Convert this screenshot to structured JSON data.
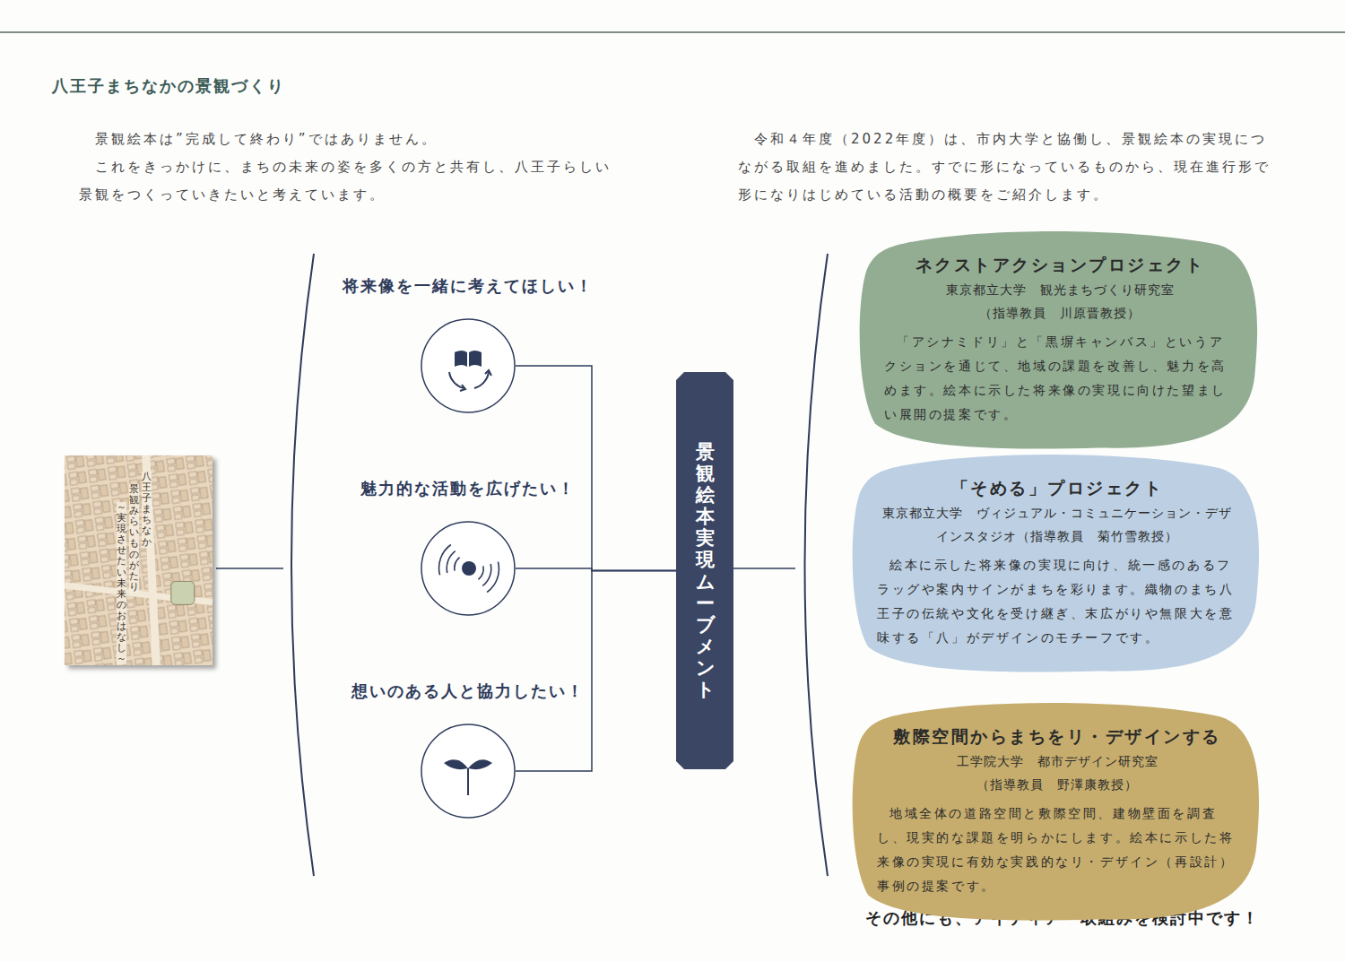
{
  "diagram": {
    "title": "八王子まちなかの景観づくり",
    "nodes": [
      {
        "text": [
          "八王子まちなか",
          "景観みらいものがたり",
          "～実現させたい未来のおはなし～"
        ]
      },
      {
        "text": [
          "将来像を一緒に考えてほしい！"
        ]
      },
      {
        "text": [
          "魅力的な活動を広げたい！"
        ]
      },
      {
        "text": [
          "想いのある人と協力したい！"
        ]
      },
      {
        "text": [
          "景観絵本実現ムーブメント"
        ]
      },
      {
        "text": [
          "ネクストアクションプロジェクト",
          "東京都立大学　観光まちづくり研究室",
          "（指導教員　川原晋教授）",
          "「アシナミドリ」と「黒塀キャンバス」というアクションを通じて、地域の課題を改善し、魅力を高めます。絵本に示した将来像の実現に向けた望ましい展開の提案です。"
        ]
      },
      {
        "text": [
          "「そめる」プロジェクト",
          "東京都立大学　ヴィジュアル・コミュニケーション・デザインスタジオ（指導教員　菊竹雪教授）",
          "絵本に示した将来像の実現に向け、統一感のあるフラッグや案内サインがまちを彩ります。織物のまち八王子の伝統や文化を受け継ぎ、末広がりや無限大を意味する「八」がデザインのモチーフです。"
        ]
      },
      {
        "text": [
          "敷際空間からまちをリ・デザインする",
          "工学院大学　都市デザイン研究室",
          "（指導教員　野澤康教授）",
          "地域全体の道路空間と敷際空間、建物壁面を調査し、現実的な課題を明らかにします。絵本に示した将来像の実現に有効な実践的なリ・デザイン（再設計）事例の提案です。"
        ]
      }
    ],
    "edges": [
      {
        "from": 1,
        "to": 4,
        "arrow": "none"
      },
      {
        "from": 2,
        "to": 4,
        "arrow": "none"
      },
      {
        "from": 3,
        "to": 4,
        "arrow": "none"
      }
    ],
    "labels": [
      "景観絵本は”完成して終わり”ではありません。",
      "これをきっかけに、まちの未来の姿を多くの方と共有し、八王子らしい景観をつくっていきたいと考えています。",
      "令和４年度（2022年度）は、市内大学と協働し、景観絵本の実現につながる取組を進めました。すでに形になっているものから、現在進行形で形になりはじめている活動の概要をご紹介します。",
      "その他にも、アイディア・取組みを検討中です！"
    ]
  }
}
